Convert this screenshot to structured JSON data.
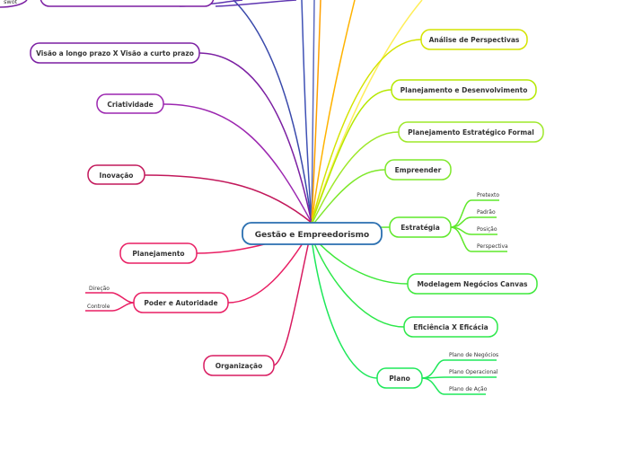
{
  "central": {
    "label": "Gestão e Empreedorismo",
    "color": "#2a6fb0"
  },
  "left_branches": [
    {
      "id": "visao",
      "label": "Visão a longo prazo X Visão a curto prazo",
      "color": "#7b1fa2"
    },
    {
      "id": "criatividade",
      "label": "Criatividade",
      "color": "#9c27b0"
    },
    {
      "id": "inovacao",
      "label": "Inovação",
      "color": "#c2185b"
    },
    {
      "id": "planejamento",
      "label": "Planejamento",
      "color": "#e91e63"
    },
    {
      "id": "poder",
      "label": "Poder e Autoridade",
      "color": "#e91e63",
      "children": [
        "Direção",
        "Controle"
      ]
    },
    {
      "id": "organizacao",
      "label": "Organização",
      "color": "#d81b60"
    }
  ],
  "right_branches": [
    {
      "id": "analise",
      "label": "Análise de Perspectivas",
      "color": "#d4e300"
    },
    {
      "id": "planej-desenv",
      "label": "Planejamento e Desenvolvimento",
      "color": "#b5e800"
    },
    {
      "id": "planej-estrat",
      "label": "Planejamento Estratégico Formal",
      "color": "#9ee82a"
    },
    {
      "id": "empreender",
      "label": "Empreender",
      "color": "#7ee82a"
    },
    {
      "id": "estrategia",
      "label": "Estratégia",
      "color": "#5ee82a",
      "children": [
        "Pretexto",
        "Padrão",
        "Posição",
        "Perspectiva"
      ]
    },
    {
      "id": "modelagem",
      "label": "Modelagem Negócios Canvas",
      "color": "#3de83a"
    },
    {
      "id": "eficiencia",
      "label": "Eficiência X Eficácia",
      "color": "#2de84a"
    },
    {
      "id": "plano",
      "label": "Plano",
      "color": "#1ee85a",
      "children": [
        "Plano de Negócios",
        "Plano Operacional",
        "Plano de Ação"
      ]
    }
  ],
  "cropped": {
    "top_left_leaf": "swot"
  }
}
